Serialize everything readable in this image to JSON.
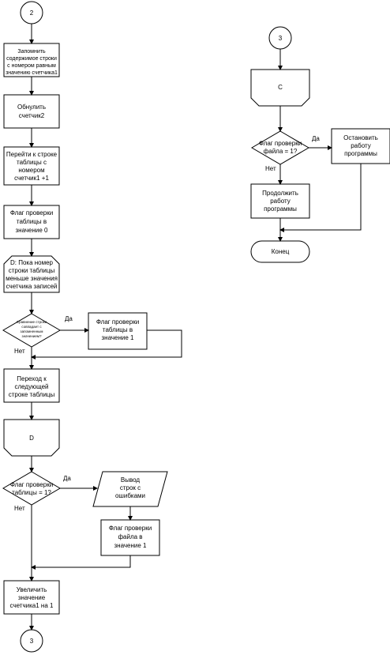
{
  "connectors": {
    "start2": "2",
    "end3": "3",
    "start3": "3"
  },
  "left": {
    "p1": [
      "Запомнить",
      "содержимое строки",
      "с номером равным",
      "значению счетчика1"
    ],
    "p2": [
      "Обнулить",
      "счетчик2"
    ],
    "p3": [
      "Перейти к строке",
      "таблицы с",
      "номером",
      "счетчик1 +1"
    ],
    "p4": [
      "Флаг проверки",
      "таблицы  в",
      "значение 0"
    ],
    "loop_start": [
      "D: Пока номер",
      "строки таблицы",
      "меньше значения",
      "счетчика записей"
    ],
    "d1": [
      "Сравнение строки",
      "совпадает с",
      "запомненным",
      "значением?"
    ],
    "d1_yes": "Да",
    "d1_no": "Нет",
    "p5": [
      "Флаг проверки",
      "таблицы  в",
      "значение 1"
    ],
    "p6": [
      "Переход к",
      "следующей",
      "строке таблицы"
    ],
    "loop_end": "D",
    "d2": [
      "Флаг проверки",
      "таблицы = 1?"
    ],
    "d2_yes": "Да",
    "d2_no": "Нет",
    "io1": [
      "Вывод",
      "строк с",
      "ошибками"
    ],
    "p7": [
      "Флаг проверки",
      "файла в",
      "значение 1"
    ],
    "p8": [
      "Увеличить",
      "значение",
      "счетчика1 на 1"
    ]
  },
  "right": {
    "loop_end": "C",
    "d3": [
      "Флаг проверки",
      "файла = 1?"
    ],
    "d3_yes": "Да",
    "d3_no": "Нет",
    "p9": [
      "Остановить",
      "работу",
      "программы"
    ],
    "p10": [
      "Продолжить",
      "работу",
      "программы"
    ],
    "terminal": "Конец"
  }
}
